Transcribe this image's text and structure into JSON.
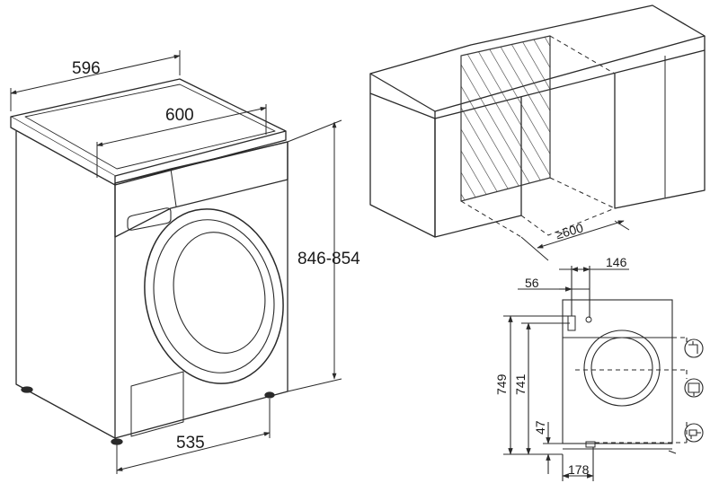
{
  "washer_dimensions": {
    "top_width": "596",
    "top_depth": "600",
    "height": "846-854",
    "base_depth": "535"
  },
  "niche": {
    "min_width": "≥600"
  },
  "connections": {
    "top_offset_a": "146",
    "top_offset_b": "56",
    "height_outer": "749",
    "height_inner": "741",
    "bottom_height": "47",
    "bottom_offset": "178"
  },
  "icons": [
    "water-inlet-icon",
    "drain-icon",
    "power-plug-icon"
  ],
  "colors": {
    "line": "#2a2a2a",
    "hatch": "#3a3a3a",
    "background": "#ffffff"
  }
}
